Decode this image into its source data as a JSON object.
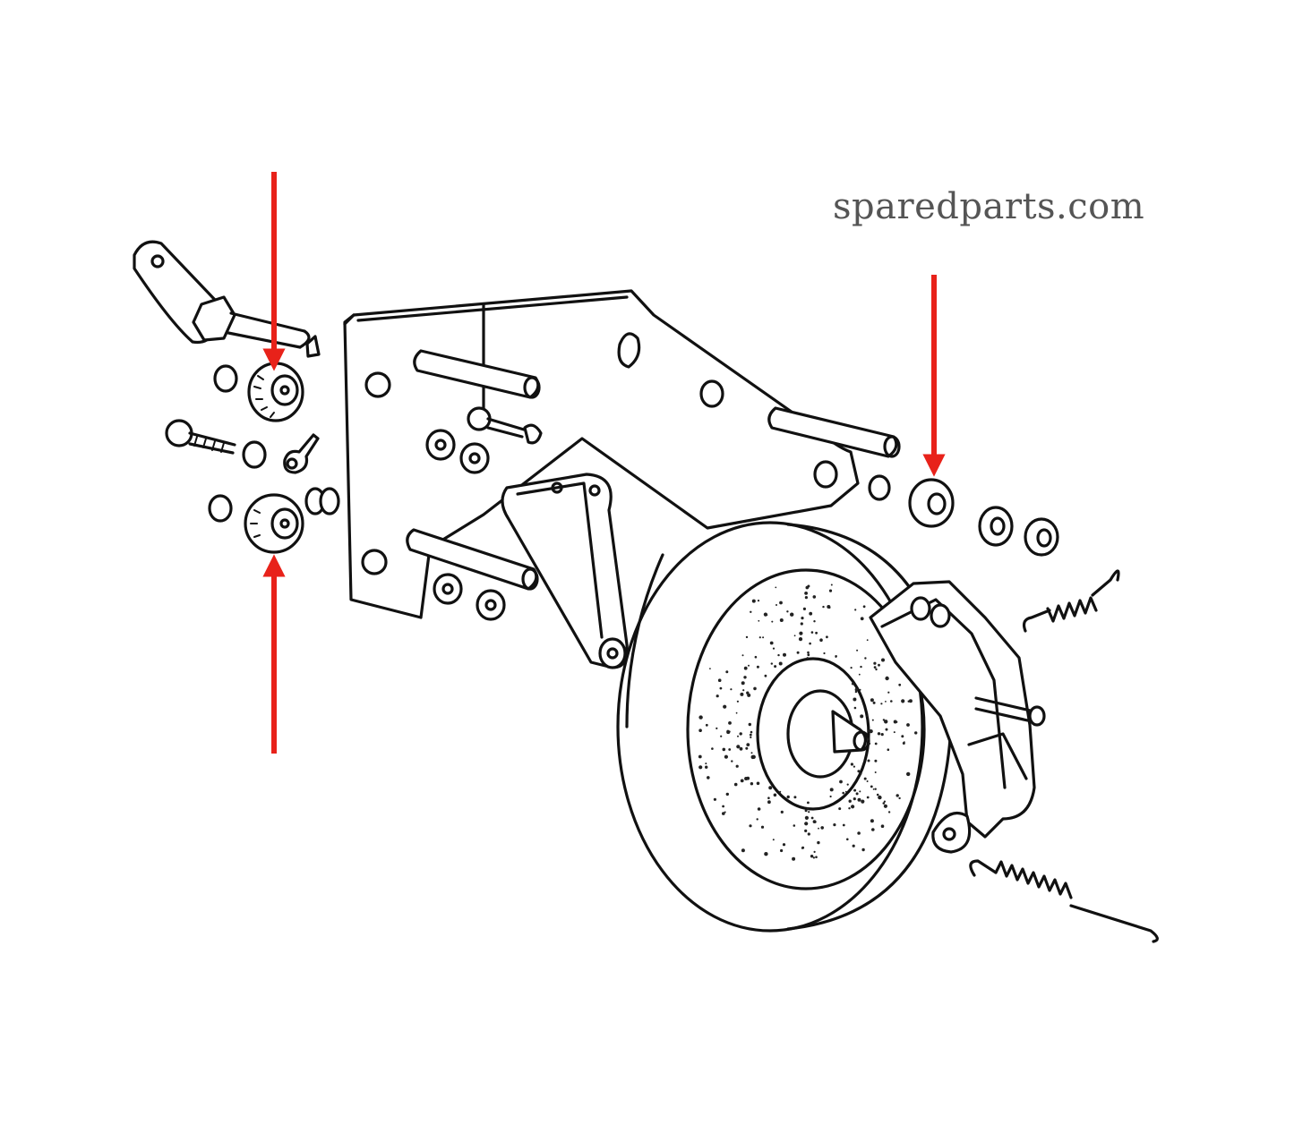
{
  "watermark": {
    "text": "sparedparts.com"
  },
  "colors": {
    "arrow": "#e8221a",
    "ink": "#111111",
    "watermark": "#555555"
  },
  "callouts": [
    {
      "name": "arrow-top-left",
      "direction": "down",
      "target": "upper-roller"
    },
    {
      "name": "arrow-bottom-left",
      "direction": "up",
      "target": "lower-roller"
    },
    {
      "name": "arrow-right",
      "direction": "down",
      "target": "right-bushing"
    }
  ]
}
